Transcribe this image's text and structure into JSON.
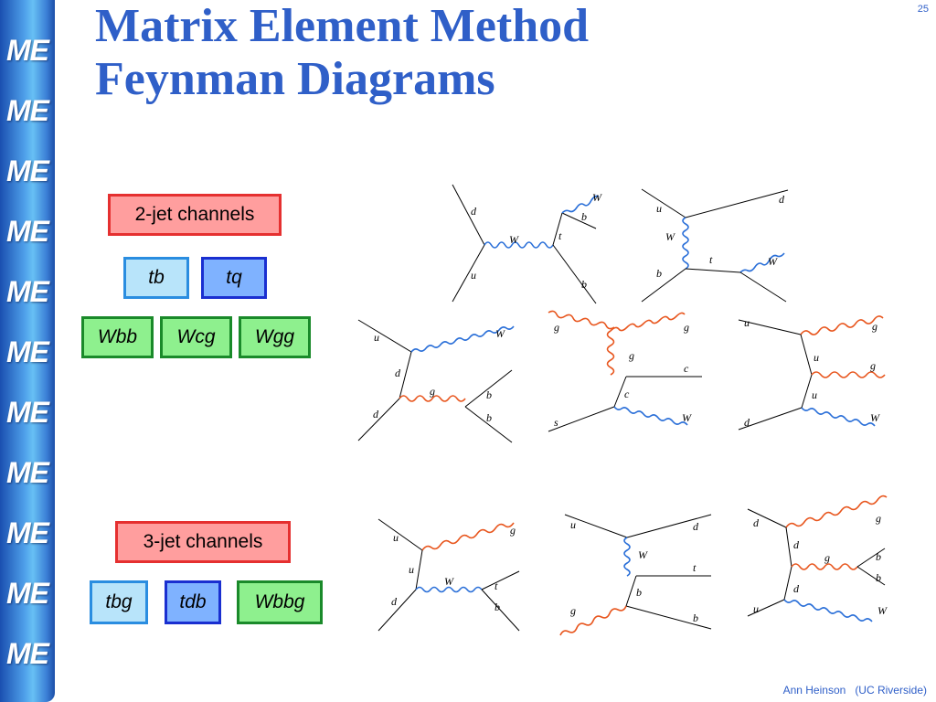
{
  "sidebar": {
    "labels": [
      "ME",
      "ME",
      "ME",
      "ME",
      "ME",
      "ME",
      "ME",
      "ME",
      "ME",
      "ME",
      "ME"
    ]
  },
  "title": {
    "line1": "Matrix Element Method",
    "line2": "Feynman Diagrams"
  },
  "slide_number": "25",
  "two_jet": {
    "heading": "2-jet channels",
    "row1": [
      "tb",
      "tq"
    ],
    "row2": [
      "Wbb",
      "Wcg",
      "Wgg"
    ]
  },
  "three_jet": {
    "heading": "3-jet channels",
    "row1": [
      "tbg",
      "tdb",
      "Wbbg"
    ]
  },
  "footer": {
    "author": "Ann Heinson",
    "affiliation": "(UC Riverside)"
  },
  "colors": {
    "title": "#2f5fc8",
    "gluon": "#e8561e",
    "boson": "#2a6fd8",
    "fermion": "#000000"
  },
  "diagram_labels": {
    "d1": [
      "d",
      "u",
      "W",
      "t",
      "W",
      "b",
      "b"
    ],
    "d2": [
      "u",
      "d",
      "W",
      "t",
      "W",
      "b"
    ],
    "d3": [
      "u",
      "W",
      "d",
      "g",
      "b",
      "d",
      "b"
    ],
    "d4": [
      "g",
      "g",
      "g",
      "c",
      "c",
      "s",
      "W"
    ],
    "d5": [
      "u",
      "g",
      "u",
      "g",
      "u",
      "d",
      "W"
    ],
    "d6": [
      "u",
      "g",
      "u",
      "W",
      "t",
      "d",
      "b"
    ],
    "d7": [
      "u",
      "d",
      "W",
      "t",
      "b",
      "g",
      "b"
    ],
    "d8": [
      "d",
      "g",
      "d",
      "g",
      "b",
      "b",
      "d",
      "u",
      "W"
    ]
  }
}
